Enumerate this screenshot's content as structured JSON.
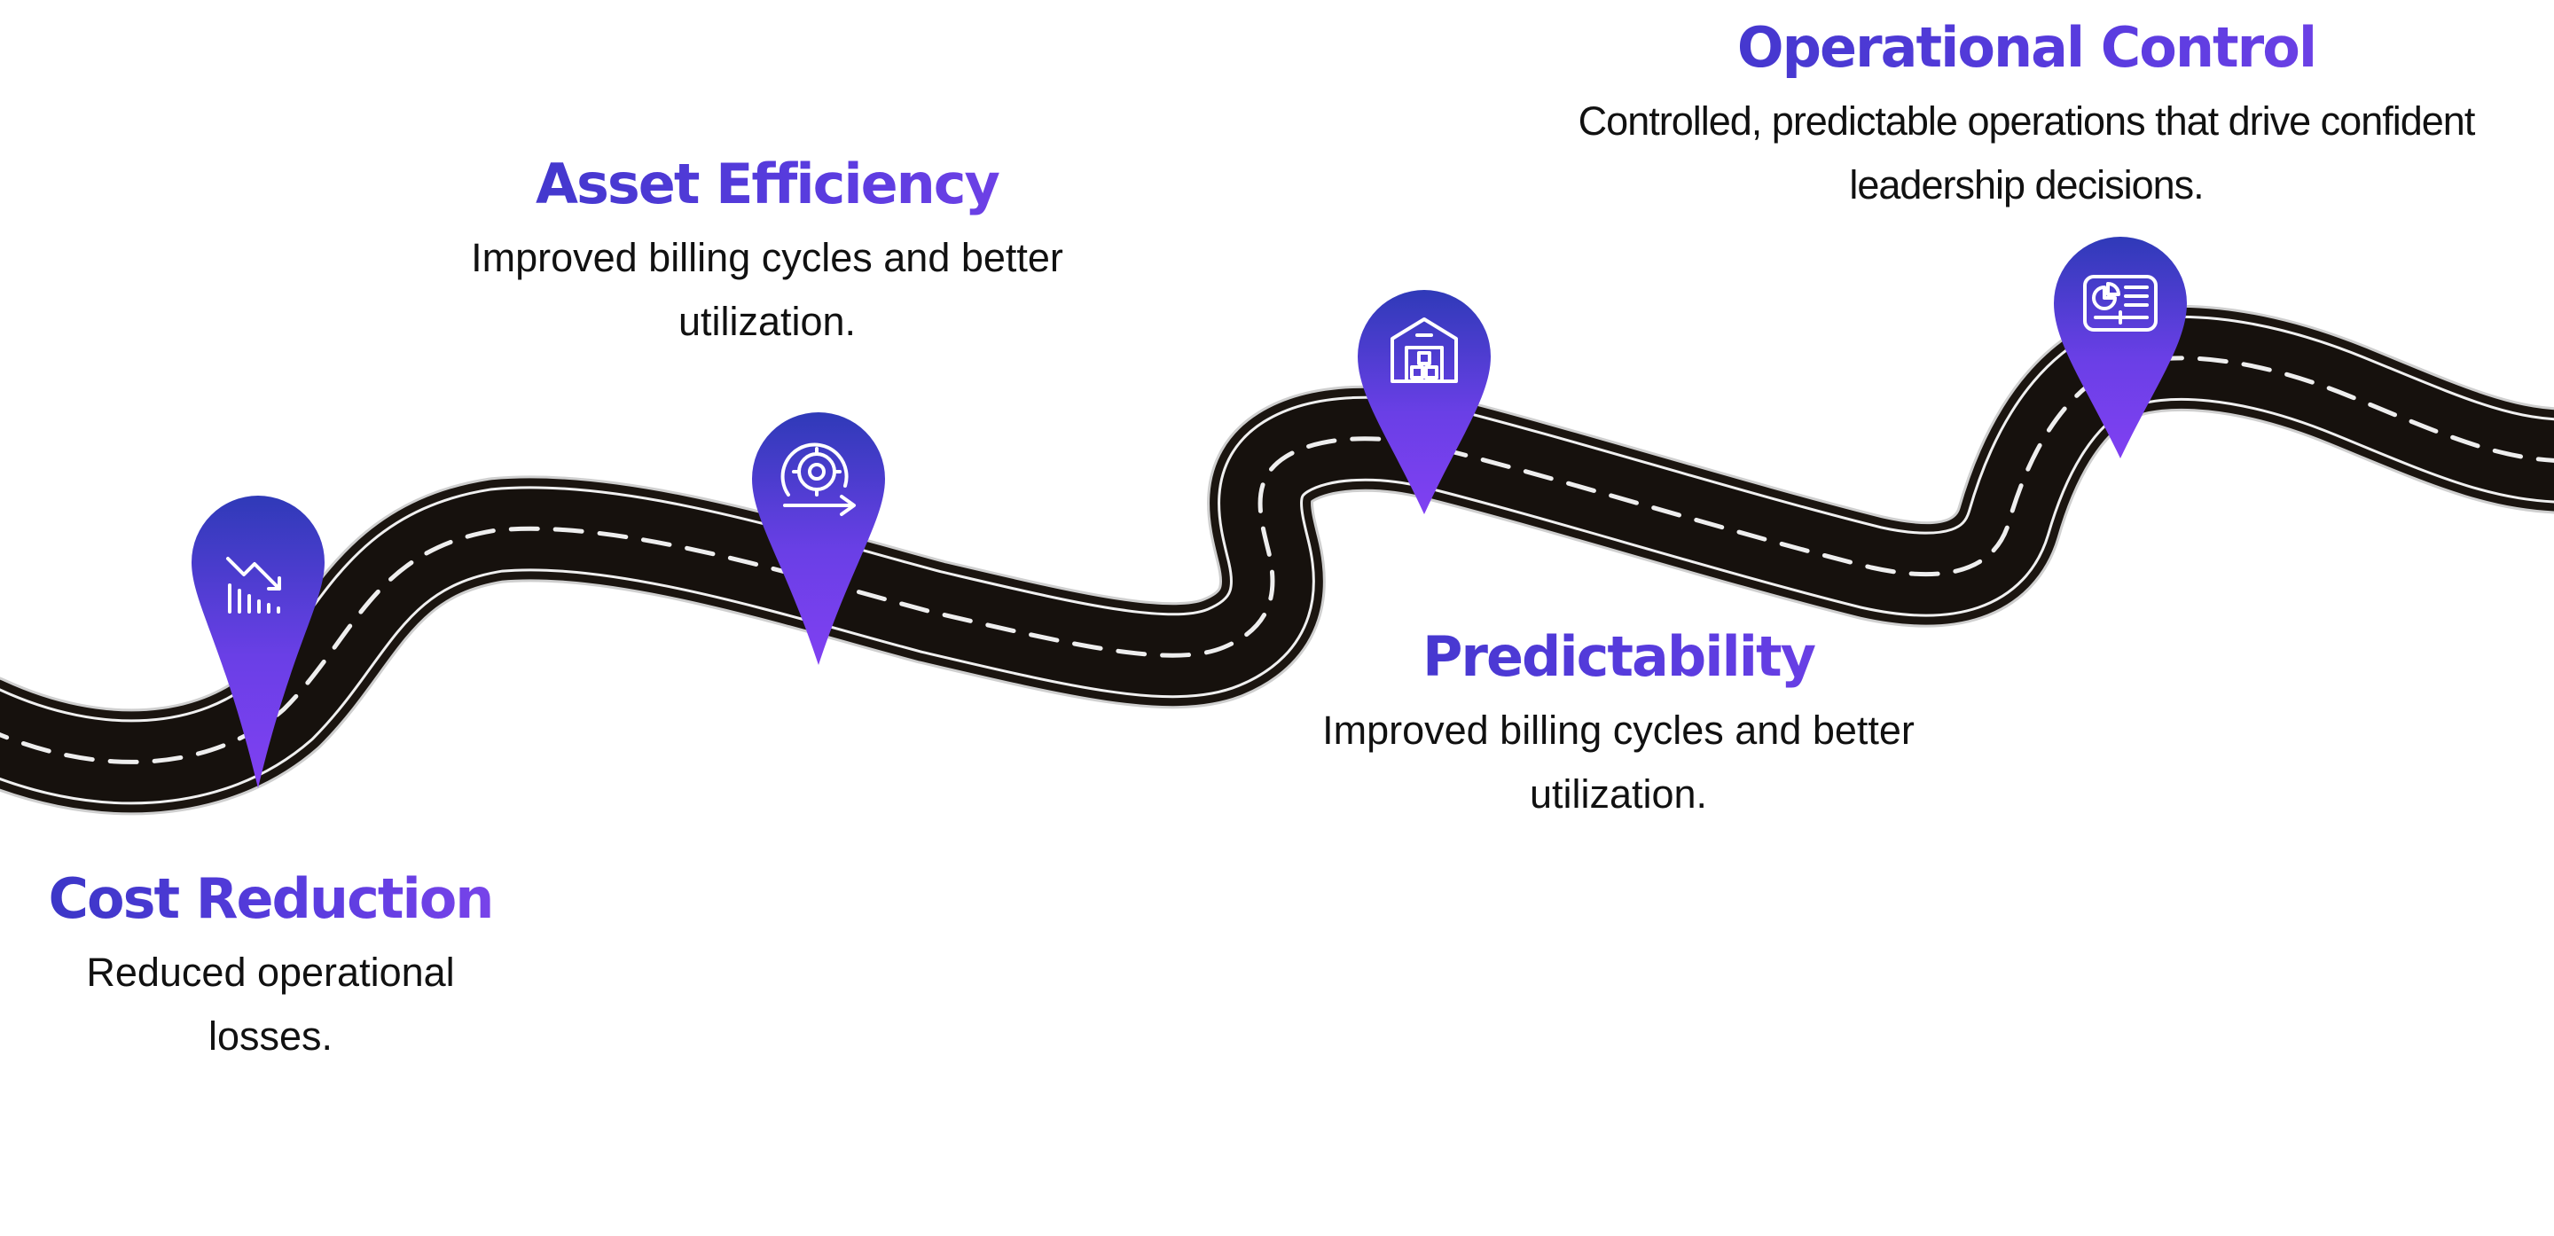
{
  "colors": {
    "road": "#16110d",
    "road_edge": "#f2f2f2",
    "road_dash": "#eeeeee",
    "pin_top": "#2f3ab8",
    "pin_bottom": "#7f3ff0",
    "title_start": "#3a36c6",
    "title_end": "#7a44ea",
    "text": "#111111"
  },
  "milestones": [
    {
      "title": "Cost Reduction",
      "description": "Reduced operational losses.",
      "icon": "chart-decline-icon"
    },
    {
      "title": "Asset Efficiency",
      "description": "Improved billing cycles and better utilization.",
      "icon": "gear-cycle-arrow-icon"
    },
    {
      "title": "Predictability",
      "description": "Improved billing cycles and better utilization.",
      "icon": "warehouse-icon"
    },
    {
      "title": "Operational Control",
      "description": "Controlled, predictable operations that drive confident leadership decisions.",
      "icon": "dashboard-report-icon"
    }
  ]
}
